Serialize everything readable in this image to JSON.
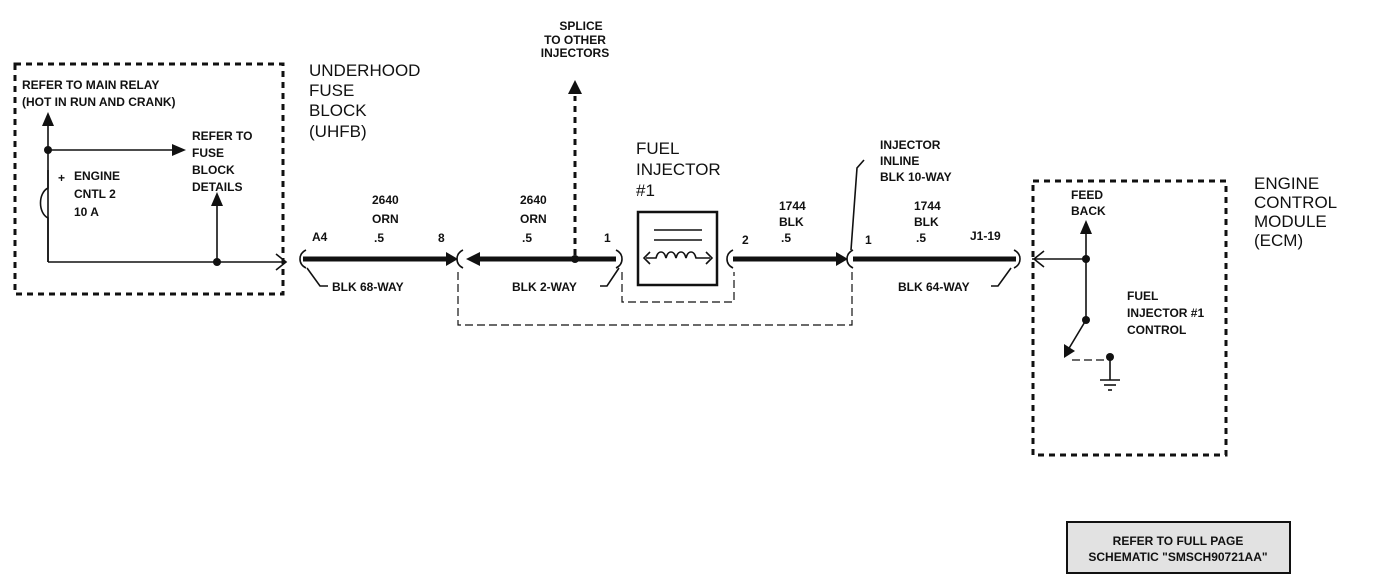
{
  "uhfb_box": {
    "main_relay_line1": "REFER TO MAIN RELAY",
    "main_relay_line2": "(HOT IN RUN AND CRANK)",
    "fuse_plus": "+",
    "fuse_name_line1": "ENGINE",
    "fuse_name_line2": "CNTL 2",
    "fuse_rating": "10 A",
    "fuse_block_ref_line1": "REFER TO",
    "fuse_block_ref_line2": "FUSE",
    "fuse_block_ref_line3": "BLOCK",
    "fuse_block_ref_line4": "DETAILS"
  },
  "uhfb_title": {
    "line1": "UNDERHOOD",
    "line2": "FUSE",
    "line3": "BLOCK",
    "line4": "(UHFB)"
  },
  "splice": {
    "line1": "SPLICE",
    "line2": "TO OTHER",
    "line3": "INJECTORS"
  },
  "injector_title": {
    "line1": "FUEL",
    "line2": "INJECTOR",
    "line3": "#1"
  },
  "inline_connector": {
    "line1": "INJECTOR",
    "line2": "INLINE",
    "line3": "BLK 10-WAY"
  },
  "ecm_title": {
    "line1": "ENGINE",
    "line2": "CONTROL",
    "line3": "MODULE",
    "line4": "(ECM)"
  },
  "ecm_box": {
    "feedback_line1": "FEED",
    "feedback_line2": "BACK",
    "control_line1": "FUEL",
    "control_line2": "INJECTOR #1",
    "control_line3": "CONTROL"
  },
  "wire_segments": [
    {
      "circuit": "2640",
      "color": "ORN",
      "gauge": ".5"
    },
    {
      "circuit": "2640",
      "color": "ORN",
      "gauge": ".5"
    },
    {
      "circuit": "1744",
      "color": "BLK",
      "gauge": ".5"
    },
    {
      "circuit": "1744",
      "color": "BLK",
      "gauge": ".5"
    }
  ],
  "pins": {
    "uhfb": "A4",
    "c2way_in": "8",
    "c2way_out": "1",
    "inj_pin2": "2",
    "inline_pin1": "1",
    "ecm": "J1-19"
  },
  "connectors": {
    "uhfb": "BLK 68-WAY",
    "injector": "BLK 2-WAY",
    "ecm": "BLK 64-WAY"
  },
  "reference": {
    "line1": "REFER TO FULL PAGE",
    "line2": "SCHEMATIC \"SMSCH90721AA\""
  }
}
